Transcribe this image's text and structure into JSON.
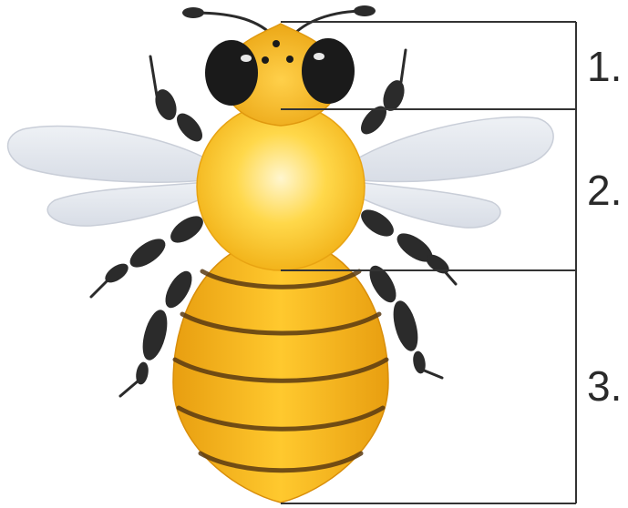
{
  "labels": {
    "head": "1.",
    "thorax": "2.",
    "abdomen": "3."
  },
  "colors": {
    "body_yellow": "#f5b818",
    "body_dark": "#d98e0a",
    "thorax_light": "#fff3c4",
    "stripe": "#5a3a12",
    "legs": "#2b2b2b",
    "eyes": "#1a1a1a",
    "wings": "#e3e7ee",
    "wing_outline": "#c9ced8",
    "guide_lines": "#333333"
  }
}
